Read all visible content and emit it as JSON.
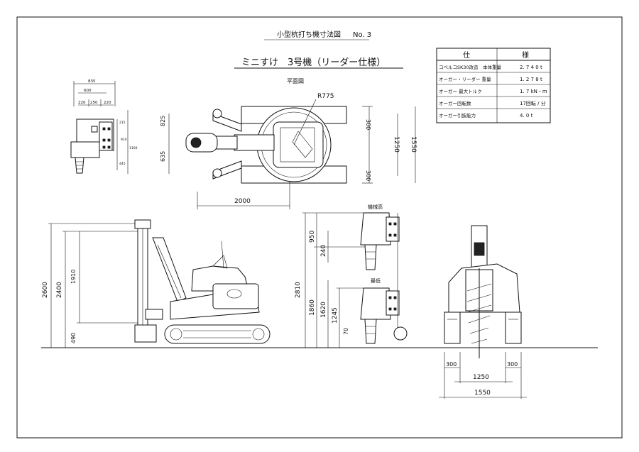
{
  "header": {
    "sheet_title": "小型杭打ち機寸法図",
    "sheet_no": "No. 3",
    "machine_title": "ミニすけ　3号機（リーダー仕様）",
    "plan_view_label": "平面図"
  },
  "spec_table": {
    "header_left": "仕",
    "header_right": "様",
    "rows": [
      {
        "label": "コベルコSK30改造　本体重量",
        "value": "2. 7 4 0 t"
      },
      {
        "label": "オーガー・リーダー 重量",
        "value": "1. 2 7 8 t"
      },
      {
        "label": "オーガー 最大トルク",
        "value": "1. 7 kN・m"
      },
      {
        "label": "オーガー回転数",
        "value": "17回転 / 分"
      },
      {
        "label": "オーガー引抜能力",
        "value": "4. 0 t"
      }
    ]
  },
  "side_detail_dims": {
    "d835": "835",
    "d600": "600",
    "d220a": "220",
    "d250": "250",
    "d220b": "220",
    "d215": "215",
    "d910": "910",
    "d1160": "1160",
    "d445": "445"
  },
  "plan_dims": {
    "r775": "R775",
    "d825": "825",
    "d635": "635",
    "d300a": "300",
    "d300b": "300",
    "d1250": "1250",
    "d1550": "1550",
    "d2000": "2000"
  },
  "side_view_dims": {
    "d2600": "2600",
    "d2400": "2400",
    "d1910": "1910",
    "d490": "490"
  },
  "auger_view": {
    "label_top": "機械高",
    "label_bottom": "最低",
    "d2810": "2810",
    "d950": "950",
    "d240": "240",
    "d1860": "1860",
    "d1620": "1620",
    "d1245": "1245",
    "d70": "70"
  },
  "rear_view_dims": {
    "d300a": "300",
    "d300b": "300",
    "d1250": "1250",
    "d1550": "1550"
  }
}
